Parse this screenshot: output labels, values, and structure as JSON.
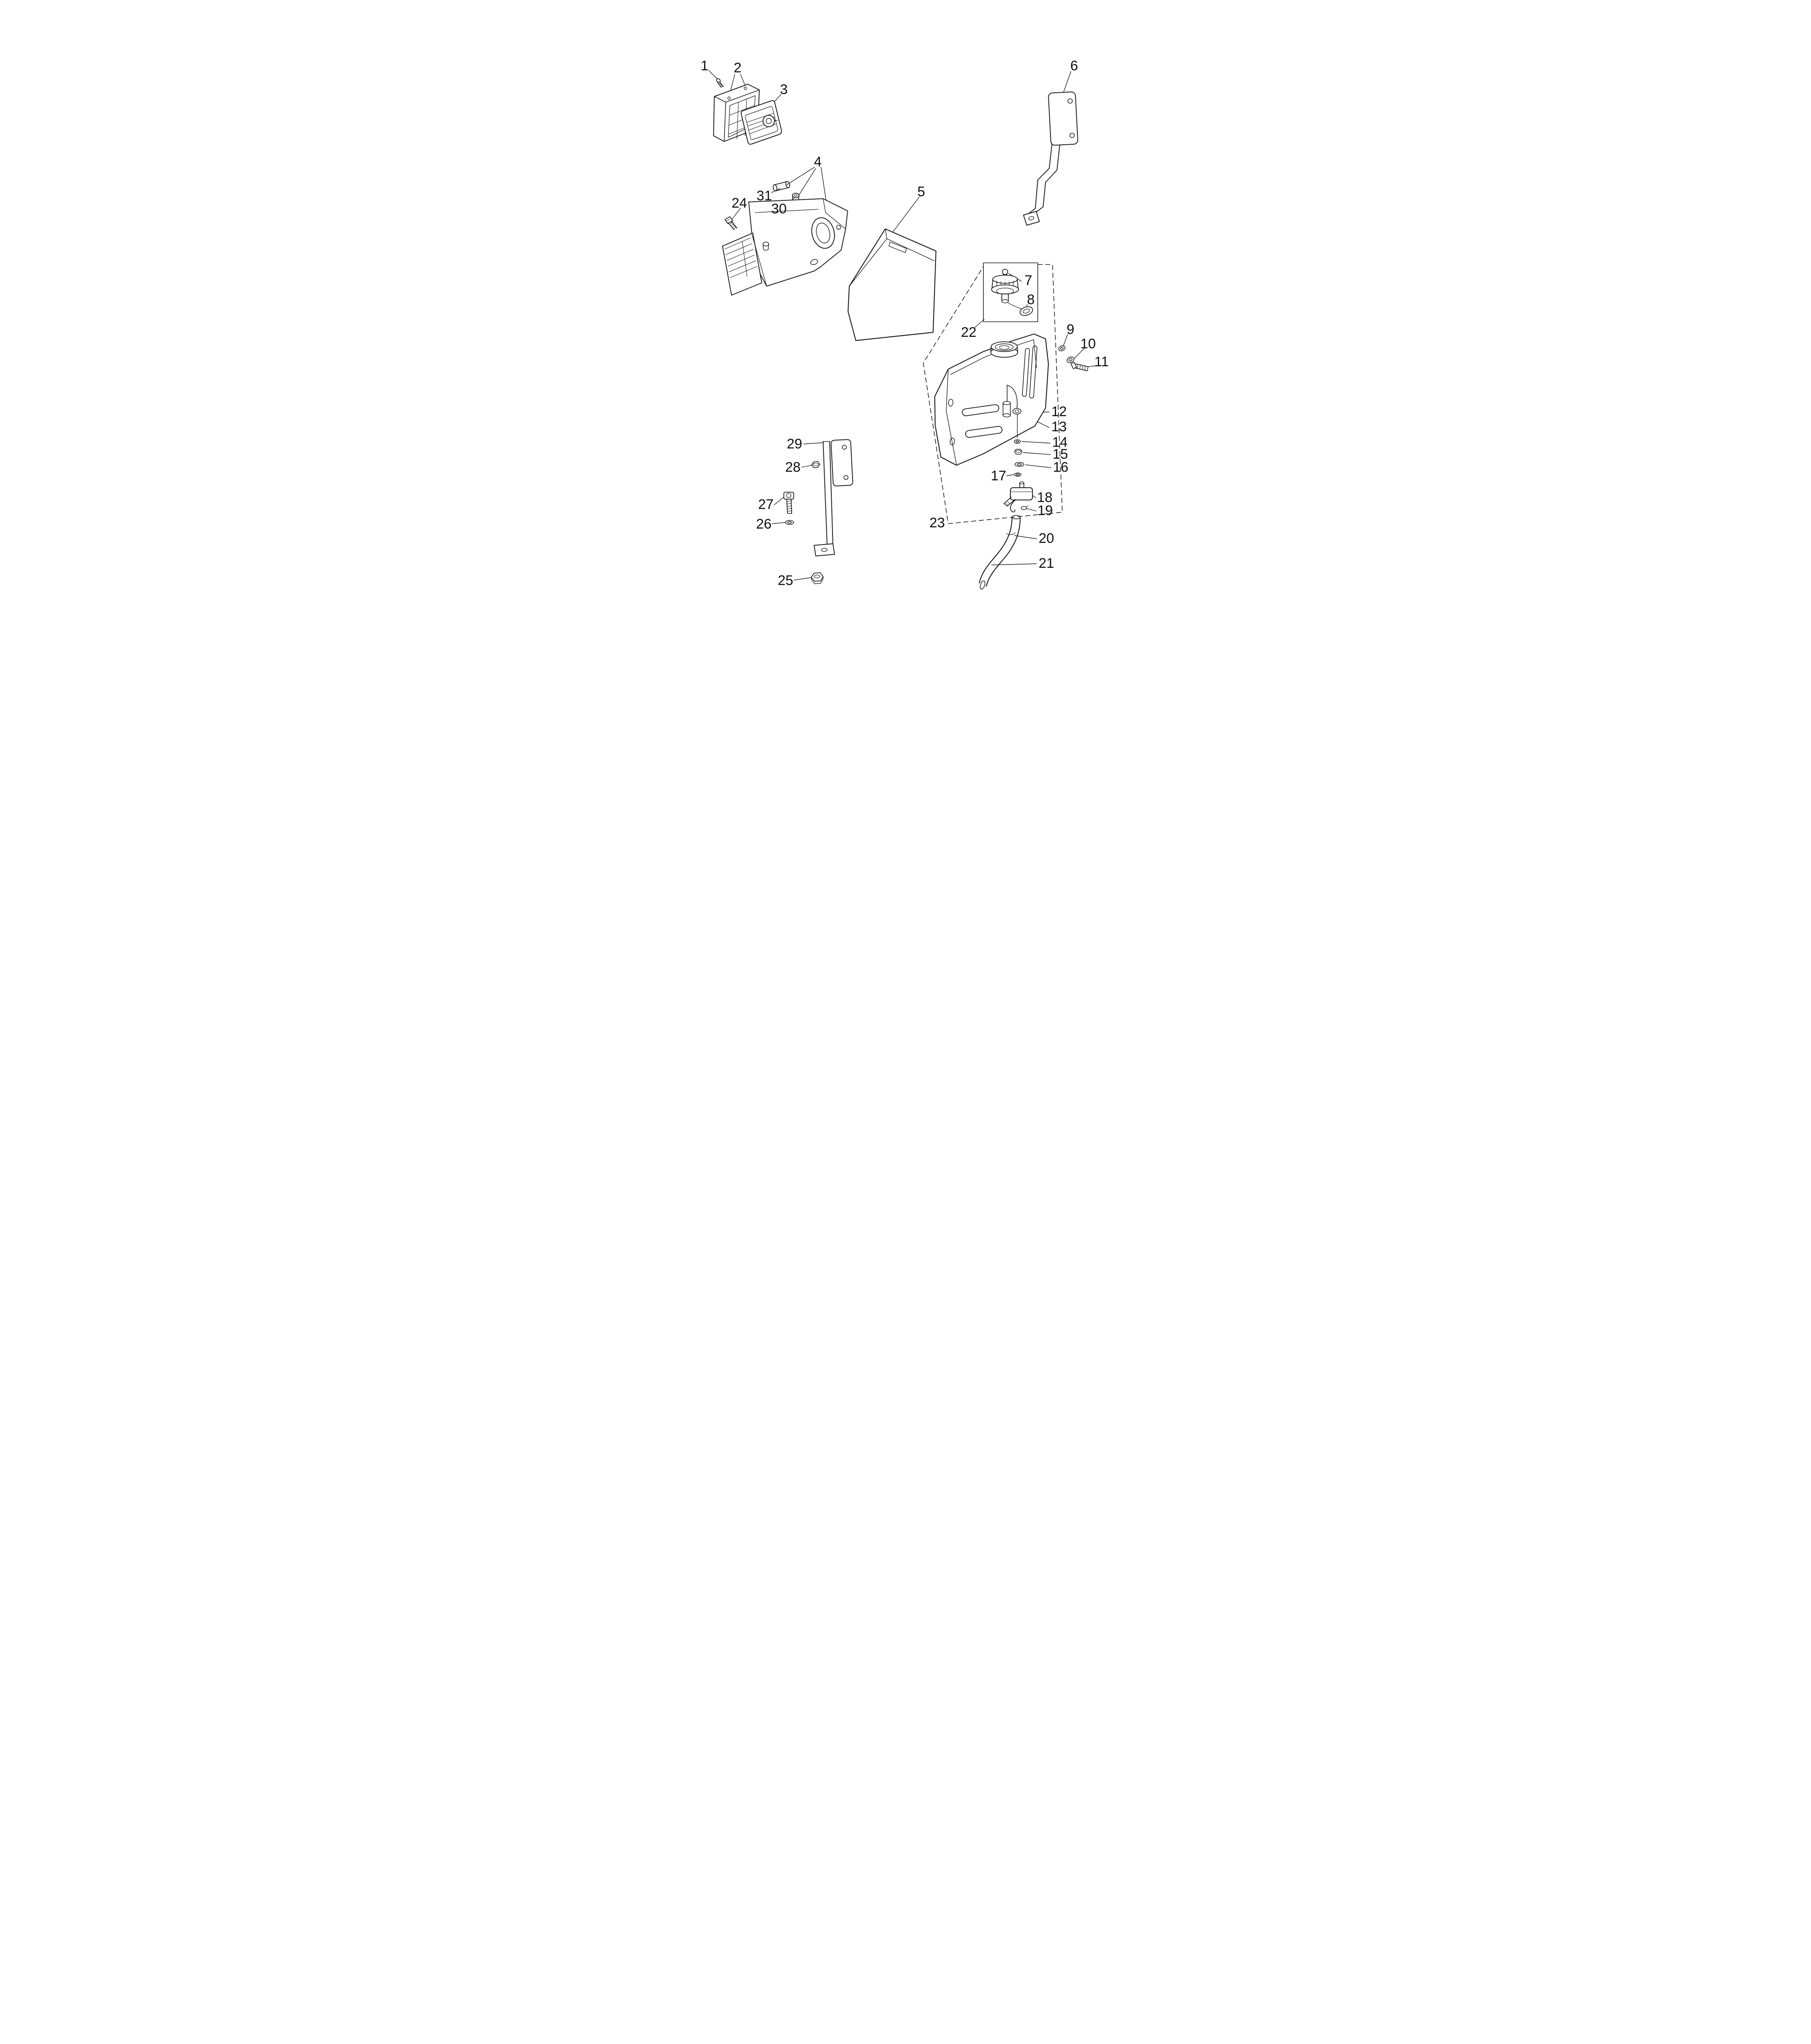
{
  "diagram": {
    "colors": {
      "ink": "#1a1a1a",
      "paper": "#ffffff"
    },
    "callouts": [
      "1",
      "2",
      "3",
      "4",
      "5",
      "6",
      "7",
      "8",
      "9",
      "10",
      "11",
      "12",
      "13",
      "14",
      "15",
      "16",
      "17",
      "18",
      "19",
      "20",
      "21",
      "22",
      "23",
      "24",
      "25",
      "26",
      "27",
      "28",
      "29",
      "30",
      "31"
    ]
  }
}
